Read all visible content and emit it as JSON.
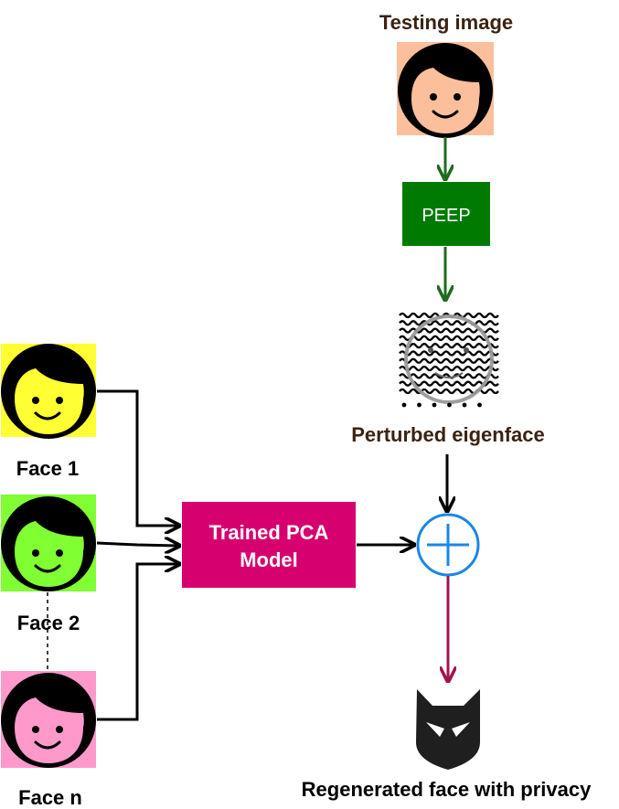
{
  "labels": {
    "testing_image": "Testing image",
    "peep": "PEEP",
    "perturbed_eigenface": "Perturbed eigenface",
    "face_1": "Face 1",
    "face_2": "Face 2",
    "face_n": "Face n",
    "pca_line1": "Trained PCA",
    "pca_line2": "Model",
    "output": "Regenerated face with privacy"
  },
  "colors": {
    "testing_face_bg": "#fbbf9c",
    "face1_bg": "#ffff33",
    "face2_bg": "#80ff33",
    "facen_bg": "#ff99cc",
    "peep_box": "#007a00",
    "pca_box": "#d6006e",
    "green_arrow": "#1e6b1e",
    "plus_circle": "#1a87e6",
    "output_arrow": "#a3144f",
    "label_brown": "#3b2312"
  },
  "icons": {
    "testing": "face-icon",
    "noise": "perturbed-eigenface-icon",
    "combine": "plus-circle-icon",
    "output": "mask-icon"
  }
}
